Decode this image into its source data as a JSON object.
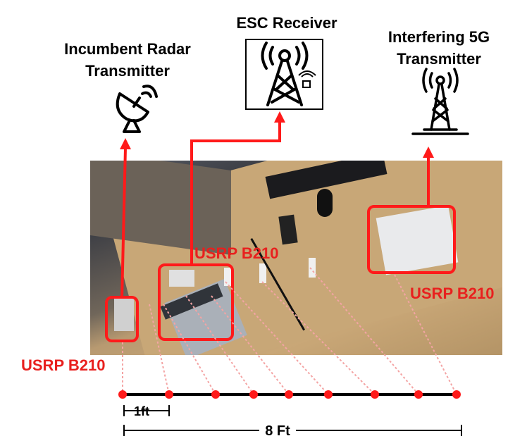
{
  "labels": {
    "esc_receiver": "ESC Receiver",
    "radar_line1": "Incumbent Radar",
    "radar_line2": "Transmitter",
    "interfering_line1": "Interfering 5G",
    "interfering_line2": "Transmitter",
    "usrp_left": "USRP B210",
    "usrp_center": "USRP B210",
    "usrp_right": "USRP B210",
    "scale_1ft": "1ft",
    "scale_8ft": "8 Ft"
  },
  "icons": {
    "esc": "cell-tower-icon",
    "radar": "satellite-dish-icon",
    "transmitter": "broadcast-tower-icon"
  },
  "colors": {
    "accent_red": "#ff1a1a",
    "marker_red": "#ff1a1a",
    "line_black": "#000000"
  },
  "scale": {
    "marker_count": 9
  }
}
